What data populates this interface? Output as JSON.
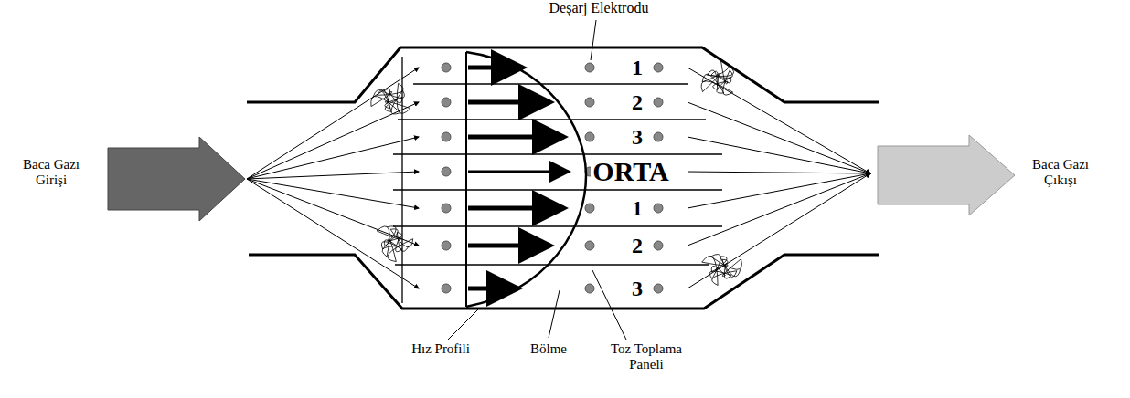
{
  "diagram": {
    "labels": [
      "Deşarj Elektrodu",
      "1",
      "2",
      "3",
      "ORTA",
      "1",
      "2",
      "3",
      "Baca Gazı Girişi",
      "Baca Gazı Çıkışı",
      "Hız Profili",
      "Bölme",
      "Toz Toplama Paneli"
    ]
  }
}
